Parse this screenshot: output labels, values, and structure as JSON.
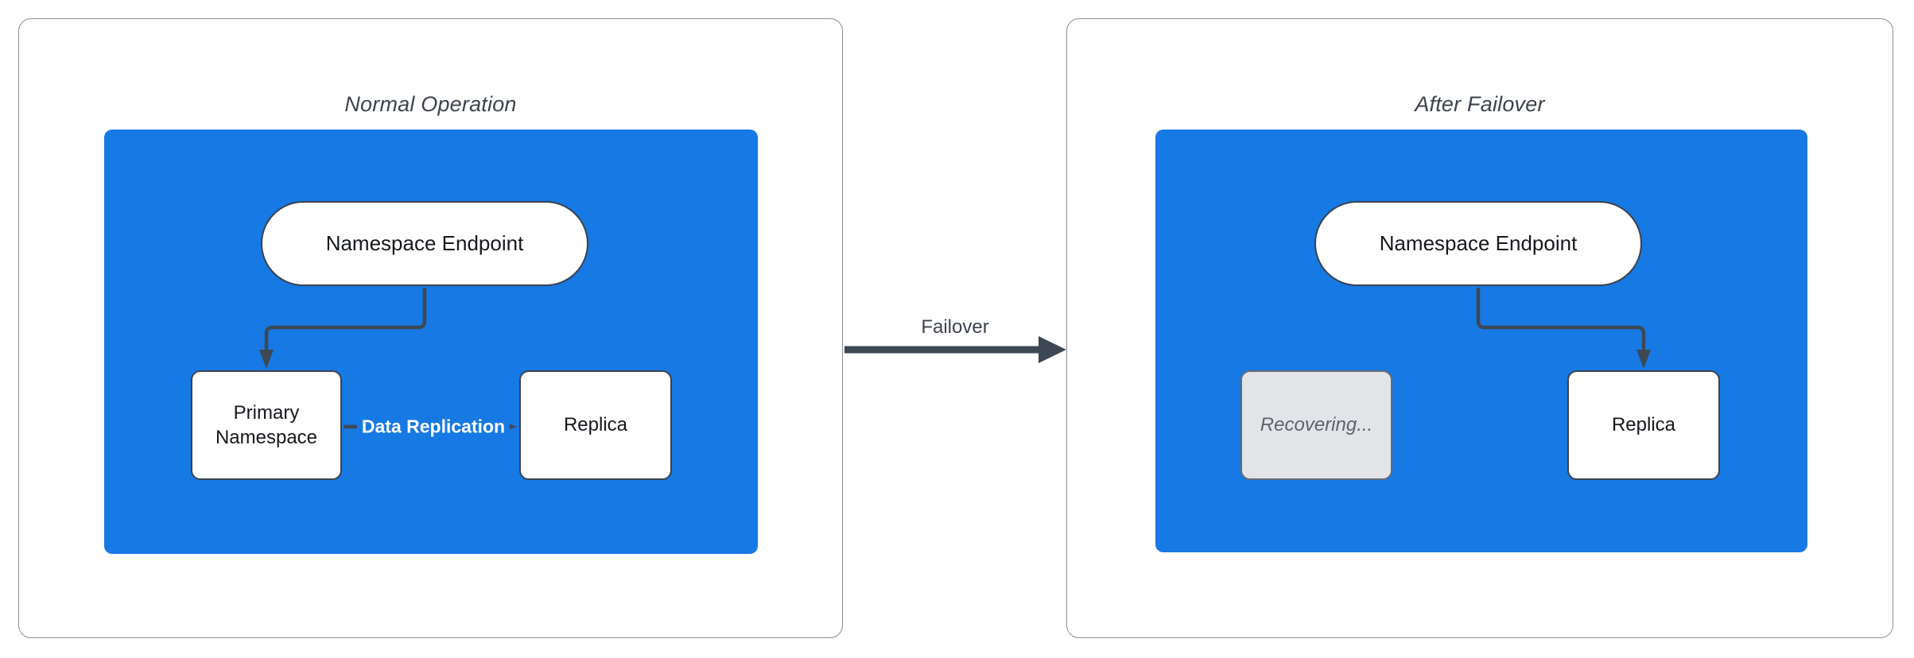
{
  "diagram": {
    "left": {
      "title": "Normal Operation",
      "endpoint": "Namespace Endpoint",
      "primary": "Primary Namespace",
      "replica": "Replica",
      "replication_label": "Data Replication"
    },
    "transition": {
      "label": "Failover"
    },
    "right": {
      "title": "After Failover",
      "endpoint": "Namespace Endpoint",
      "recovering": "Recovering...",
      "replica": "Replica"
    }
  },
  "colors": {
    "container_blue": "#1779E3",
    "edge_dark": "#3E4854",
    "node_border": "#3A424E",
    "panel_border": "#8A8E93",
    "title_text": "#3C434D",
    "node_text": "#15181C",
    "recovering_fill": "#E2E4E7",
    "recovering_border": "#666C75",
    "recovering_text": "#5C636D",
    "replication_text": "#FFFFFF"
  }
}
